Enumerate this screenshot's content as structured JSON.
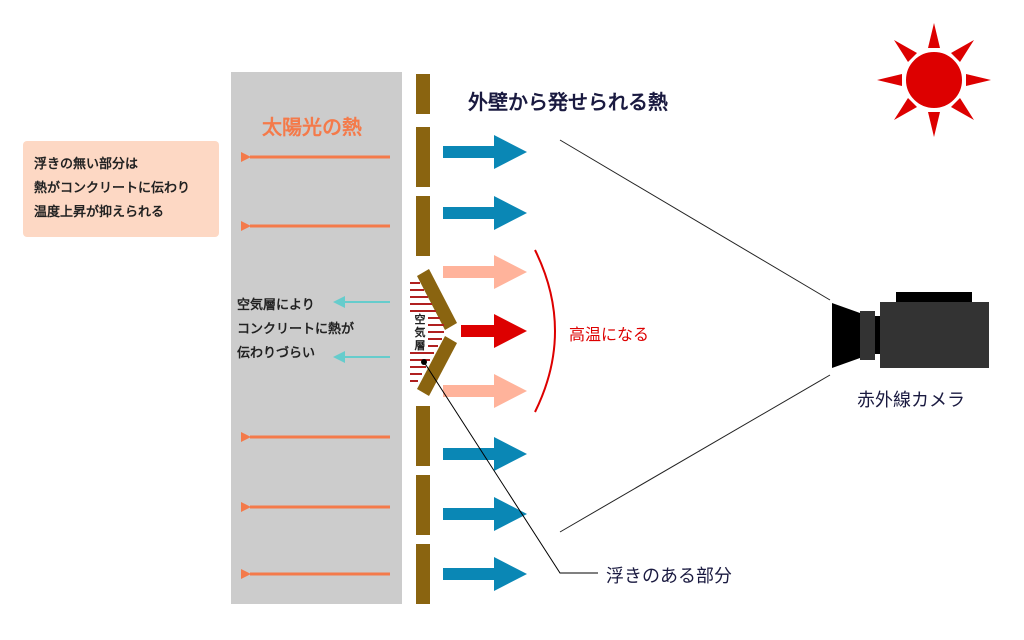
{
  "title_outer_heat": "外壁から発せられる熱",
  "title_solar_heat": "太陽光の熱",
  "note_box": {
    "lines": [
      "浮きの無い部分は",
      "熱がコンクリートに伝わり",
      "温度上昇が抑えられる"
    ]
  },
  "air_layer_note": {
    "lines": [
      "空気層により",
      "コンクリートに熱が",
      "伝わりづらい"
    ]
  },
  "air_layer_label": "空気層",
  "high_temp_label": "高温になる",
  "camera_label": "赤外線カメラ",
  "lifted_part_label": "浮きのある部分",
  "icons": [
    "sun-icon",
    "infrared-camera-icon"
  ],
  "colors": {
    "concrete": "#cccccc",
    "wall": "#8a6410",
    "solar_arrow": "#f47a4a",
    "emit_arrow": "#0a87b5",
    "hot_arrow": "#dd0000",
    "warm_arrow": "#ffb39b",
    "blocked_arrow": "#66cccc",
    "sun": "#dd0000",
    "camera": "#333333"
  }
}
